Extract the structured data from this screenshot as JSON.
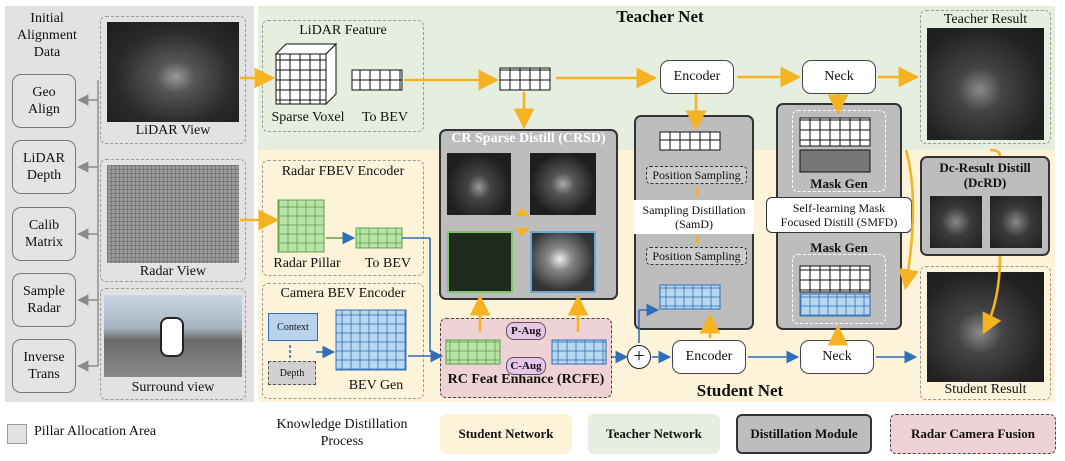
{
  "sidebar": {
    "title_lines": [
      "Initial",
      "Alignment",
      "Data"
    ],
    "items": [
      {
        "lines": [
          "Geo",
          "Align"
        ]
      },
      {
        "lines": [
          "LiDAR",
          "Depth"
        ]
      },
      {
        "lines": [
          "Calib",
          "Matrix"
        ]
      },
      {
        "lines": [
          "Sample",
          "Radar"
        ]
      },
      {
        "lines": [
          "Inverse",
          "Trans"
        ]
      }
    ]
  },
  "views": {
    "lidar": "LiDAR View",
    "radar": "Radar View",
    "surround": "Surround view"
  },
  "teacher": {
    "title": "Teacher Net",
    "lidar_feature": "LiDAR Feature",
    "sparse_voxel": "Sparse Voxel",
    "to_bev": "To BEV",
    "encoder": "Encoder",
    "neck": "Neck",
    "result": "Teacher Result"
  },
  "student": {
    "title": "Student Net",
    "radar_encoder": "Radar FBEV Encoder",
    "radar_pillar": "Radar Pillar",
    "to_bev": "To BEV",
    "camera_encoder": "Camera BEV Encoder",
    "context": "Context",
    "depth": "Depth",
    "bev_gen": "BEV Gen",
    "encoder": "Encoder",
    "neck": "Neck",
    "result": "Student Result"
  },
  "modules": {
    "crsd": "CR Sparse Distill (CRSD)",
    "rcfe": "RC Feat Enhance (RCFE)",
    "p_aug": "P-Aug",
    "c_aug": "C-Aug",
    "position_sampling_1": "Position Sampling",
    "samd_lines": [
      "Sampling Distillation",
      "(SamD)"
    ],
    "position_sampling_2": "Position Sampling",
    "mask_gen_1": "Mask Gen",
    "smfd_lines": [
      "Self-learning Mask",
      "Focused Distill (SMFD)"
    ],
    "mask_gen_2": "Mask Gen",
    "dcrd_lines": [
      "Dc-Result Distill",
      "(DcRD)"
    ]
  },
  "legend": {
    "pillar": "Pillar Allocation Area",
    "kd_lines": [
      "Knowledge Distillation",
      "Process"
    ],
    "student_network": "Student Network",
    "teacher_network": "Teacher Network",
    "distillation_module": "Distillation Module",
    "radar_camera_fusion": "Radar Camera Fusion"
  },
  "colors": {
    "teacher_bg": "#e6efdf",
    "student_bg": "#fdf3d9",
    "sidebar_bg": "#e2e2e2",
    "distill": "#bdbdbd",
    "fusion": "#efd2d5",
    "kd_arrow": "#f5b324",
    "flow_arrow": "#2e6fb7",
    "voxel_blue": "#b7d7ee",
    "voxel_green": "#b9e3a6"
  }
}
